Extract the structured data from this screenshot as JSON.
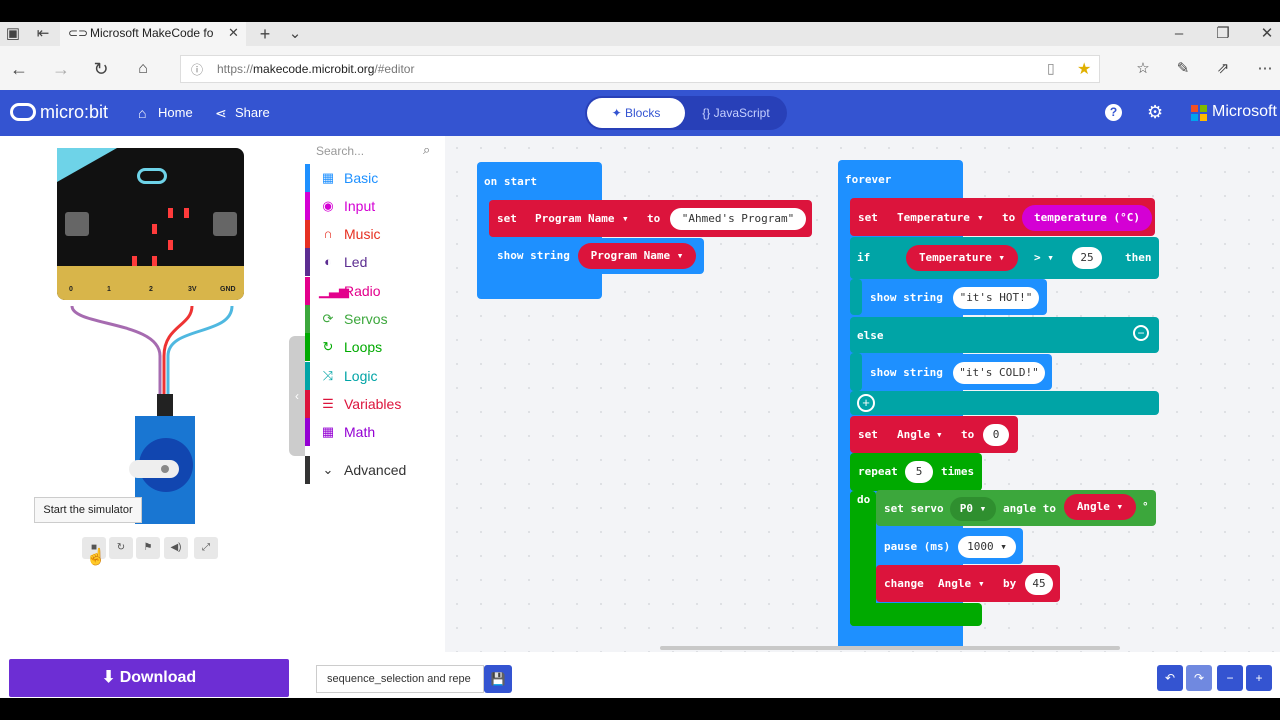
{
  "browser": {
    "tab_title": "Microsoft MakeCode fo",
    "url_scheme": "https://",
    "url_host": "makecode.microbit.org",
    "url_path": "/#editor"
  },
  "header": {
    "logo": "micro:bit",
    "home": "Home",
    "share": "Share",
    "blocks_tab": "Blocks",
    "javascript_tab": "JavaScript",
    "brand": "Microsoft",
    "accent": "#3454d1"
  },
  "simulator": {
    "tooltip": "Start the simulator",
    "pins": [
      "0",
      "1",
      "2",
      "3V",
      "GND"
    ]
  },
  "toolbox": {
    "search_placeholder": "Search...",
    "categories": [
      {
        "label": "Basic",
        "color": "#1e90ff",
        "icon": "grid-icon"
      },
      {
        "label": "Input",
        "color": "#d400d4",
        "icon": "target-icon"
      },
      {
        "label": "Music",
        "color": "#e63022",
        "icon": "headphones-icon"
      },
      {
        "label": "Led",
        "color": "#5c2d91",
        "icon": "toggle-icon"
      },
      {
        "label": "Radio",
        "color": "#e3008c",
        "icon": "signal-icon"
      },
      {
        "label": "Servos",
        "color": "#3ca73c",
        "icon": "refresh-icon"
      },
      {
        "label": "Loops",
        "color": "#00aa00",
        "icon": "loop-icon"
      },
      {
        "label": "Logic",
        "color": "#00a4a6",
        "icon": "shuffle-icon"
      },
      {
        "label": "Variables",
        "color": "#dc143c",
        "icon": "list-icon"
      },
      {
        "label": "Math",
        "color": "#9400d3",
        "icon": "calculator-icon"
      }
    ],
    "advanced": "Advanced"
  },
  "blocks": {
    "on_start": "on start",
    "set": "set",
    "to": "to",
    "program_name_var": "Program Name",
    "program_name_value": "Ahmed's Program",
    "show_string": "show string",
    "forever": "forever",
    "temperature_var": "Temperature",
    "temperature_reporter": "temperature (°C)",
    "if": "if",
    "compare_op": ">",
    "compare_value": "25",
    "then": "then",
    "hot_text": "it's HOT!",
    "else": "else",
    "cold_text": "it's COLD!",
    "angle_var": "Angle",
    "angle_init": "0",
    "repeat": "repeat",
    "repeat_count": "5",
    "times": "times",
    "do": "do",
    "set_servo": "set servo",
    "servo_pin": "P0",
    "angle_to": "angle to",
    "degree": "°",
    "pause": "pause (ms)",
    "pause_value": "1000",
    "change": "change",
    "by": "by",
    "change_value": "45"
  },
  "bottom": {
    "download": "Download",
    "filename": "sequence_selection and repe"
  }
}
